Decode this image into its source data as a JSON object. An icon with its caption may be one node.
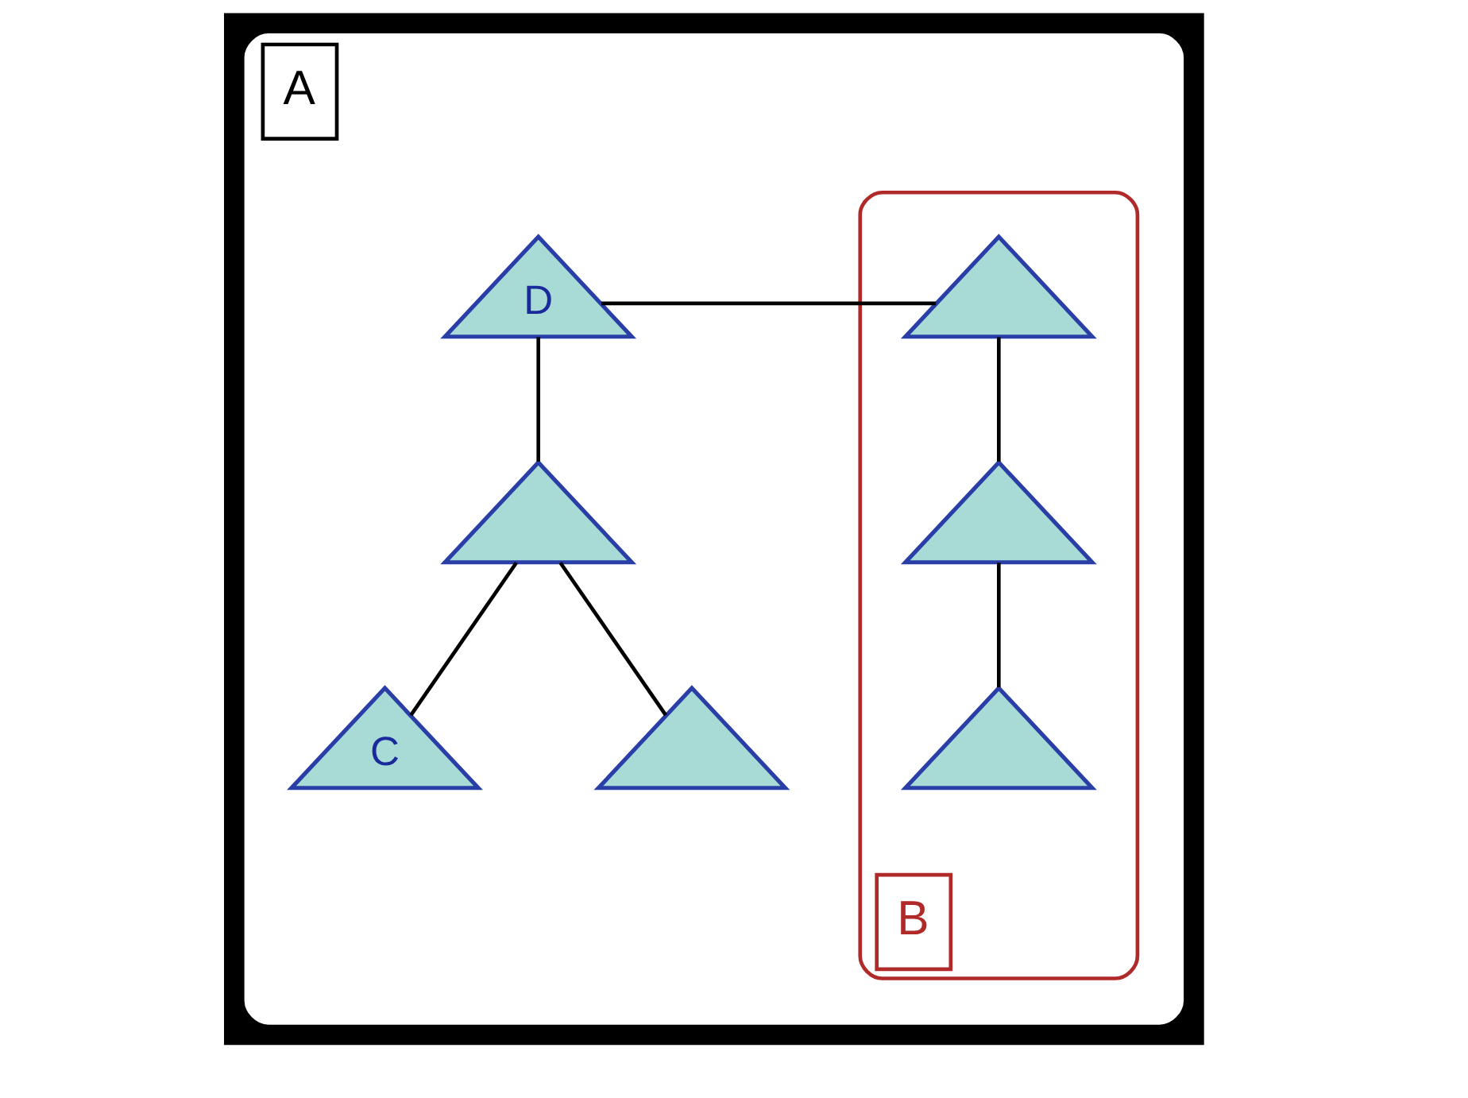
{
  "diagram": {
    "nodes": [
      {
        "text": [
          "A"
        ]
      },
      {
        "text": [
          "D"
        ],
        "in": 0
      },
      {
        "text": [
          "B"
        ],
        "in": 0
      },
      {
        "text": [],
        "shape": "triangle",
        "in": 2
      },
      {
        "text": [],
        "shape": "triangle",
        "in": 0
      },
      {
        "text": [],
        "shape": "triangle",
        "in": 2
      },
      {
        "text": [
          "C"
        ],
        "in": 0
      },
      {
        "text": [],
        "shape": "triangle",
        "in": 0
      },
      {
        "text": [],
        "shape": "triangle",
        "in": 2
      }
    ],
    "edges": [
      {
        "from": 1,
        "to": 3,
        "arrow": "none"
      },
      {
        "from": 1,
        "to": 4,
        "arrow": "none"
      },
      {
        "from": 4,
        "to": 6,
        "arrow": "none"
      },
      {
        "from": 4,
        "to": 7,
        "arrow": "none"
      },
      {
        "from": 3,
        "to": 5,
        "arrow": "none"
      },
      {
        "from": 5,
        "to": 8,
        "arrow": "none"
      }
    ]
  }
}
